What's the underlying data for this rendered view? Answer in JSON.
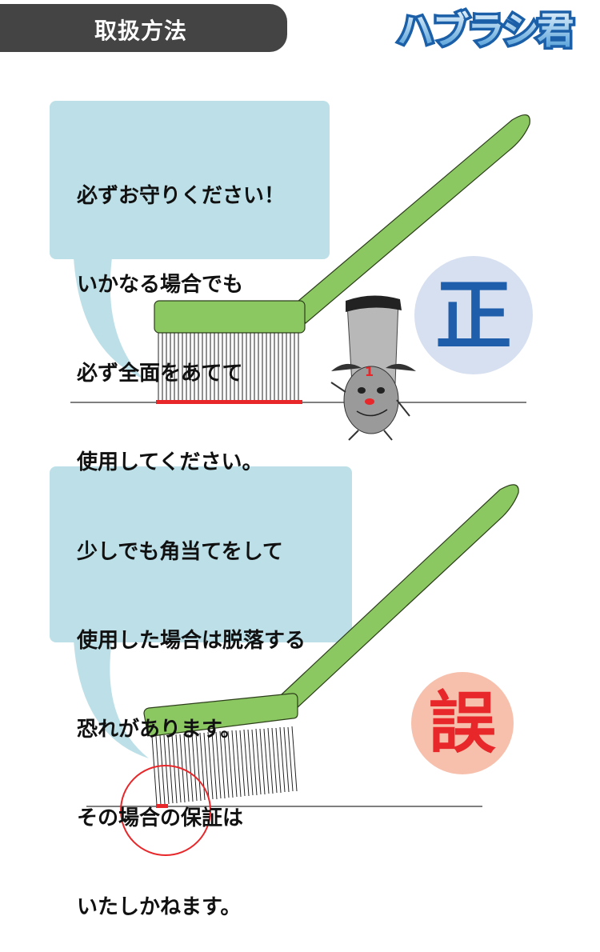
{
  "header": {
    "title": "取扱方法",
    "brand_logo": "ハブラシ君"
  },
  "colors": {
    "header_bg": "#444444",
    "bubble_bg": "#bde0e8",
    "brush_green": "#8cc862",
    "outline": "#2c3e1a",
    "contact_red": "#e8272a",
    "correct_circle": "#d7e0f0",
    "correct_glyph": "#1f5eab",
    "wrong_circle": "#f7c0ad",
    "wrong_glyph": "#e8272a"
  },
  "correct_panel": {
    "bubble_lines": [
      "必ずお守りください！",
      "いかなる場合でも",
      "必ず全面をあてて",
      "使用してください。"
    ],
    "verdict": "正",
    "mascot_number": "1"
  },
  "wrong_panel": {
    "bubble_lines": [
      "少しでも角当てをして",
      "使用した場合は脱落する",
      "恐れがあります。",
      "その場合の保証は",
      "いたしかねます。"
    ],
    "verdict": "誤"
  }
}
